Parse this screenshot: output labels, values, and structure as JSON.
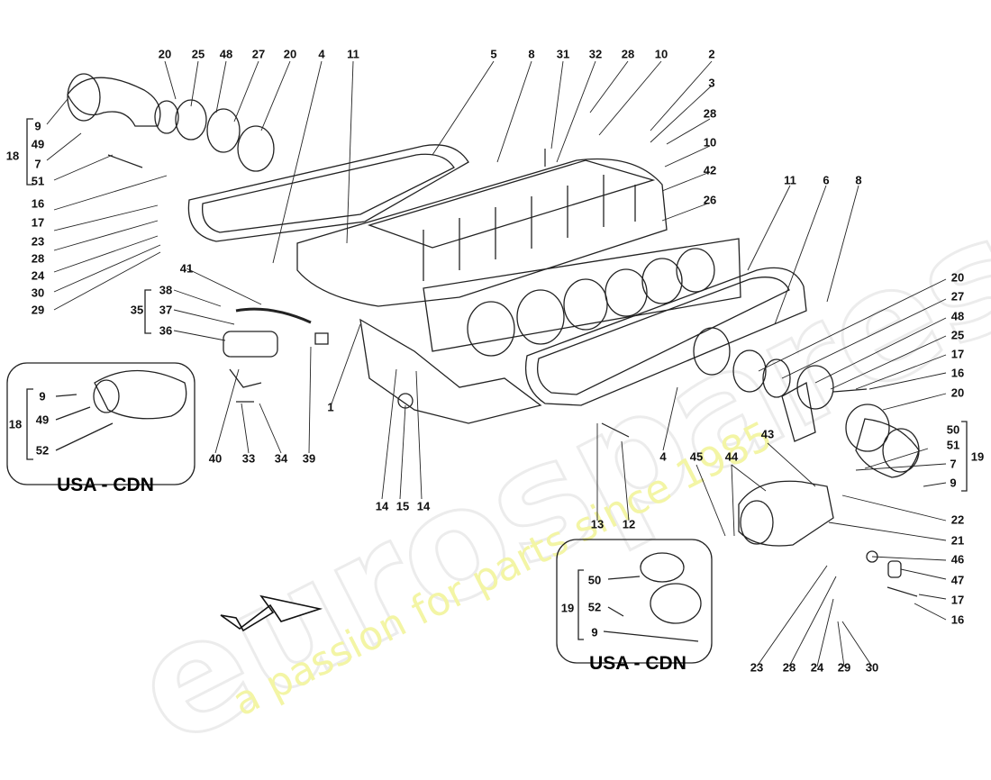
{
  "watermark": {
    "brand": "eurospares",
    "tagline": "a passion for parts since 1985"
  },
  "inset_left": {
    "caption": "USA - CDN",
    "group": "18",
    "items": [
      "9",
      "49",
      "52"
    ]
  },
  "inset_right": {
    "caption": "USA - CDN",
    "group": "19",
    "items": [
      "50",
      "52",
      "9"
    ]
  },
  "callouts": [
    {
      "id": "c20a",
      "text": "20"
    },
    {
      "id": "c25a",
      "text": "25"
    },
    {
      "id": "c48a",
      "text": "48"
    },
    {
      "id": "c27a",
      "text": "27"
    },
    {
      "id": "c20b",
      "text": "20"
    },
    {
      "id": "c4a",
      "text": "4"
    },
    {
      "id": "c11a",
      "text": "11"
    },
    {
      "id": "c5",
      "text": "5"
    },
    {
      "id": "c8a",
      "text": "8"
    },
    {
      "id": "c31",
      "text": "31"
    },
    {
      "id": "c32",
      "text": "32"
    },
    {
      "id": "c28a",
      "text": "28"
    },
    {
      "id": "c10a",
      "text": "10"
    },
    {
      "id": "c2",
      "text": "2"
    },
    {
      "id": "c3",
      "text": "3"
    },
    {
      "id": "c28b",
      "text": "28"
    },
    {
      "id": "c10b",
      "text": "10"
    },
    {
      "id": "c42",
      "text": "42"
    },
    {
      "id": "c26",
      "text": "26"
    },
    {
      "id": "c11b",
      "text": "11"
    },
    {
      "id": "c6",
      "text": "6"
    },
    {
      "id": "c8b",
      "text": "8"
    },
    {
      "id": "c9L",
      "text": "9"
    },
    {
      "id": "c49L",
      "text": "49"
    },
    {
      "id": "c18L",
      "text": "18"
    },
    {
      "id": "c7L",
      "text": "7"
    },
    {
      "id": "c51L",
      "text": "51"
    },
    {
      "id": "c16L",
      "text": "16"
    },
    {
      "id": "c17L",
      "text": "17"
    },
    {
      "id": "c23L",
      "text": "23"
    },
    {
      "id": "c28L",
      "text": "28"
    },
    {
      "id": "c24L",
      "text": "24"
    },
    {
      "id": "c30L",
      "text": "30"
    },
    {
      "id": "c29L",
      "text": "29"
    },
    {
      "id": "c41",
      "text": "41"
    },
    {
      "id": "c38",
      "text": "38"
    },
    {
      "id": "c35",
      "text": "35"
    },
    {
      "id": "c37",
      "text": "37"
    },
    {
      "id": "c36",
      "text": "36"
    },
    {
      "id": "c1",
      "text": "1"
    },
    {
      "id": "c40",
      "text": "40"
    },
    {
      "id": "c33",
      "text": "33"
    },
    {
      "id": "c34",
      "text": "34"
    },
    {
      "id": "c39",
      "text": "39"
    },
    {
      "id": "c14a",
      "text": "14"
    },
    {
      "id": "c15",
      "text": "15"
    },
    {
      "id": "c14b",
      "text": "14"
    },
    {
      "id": "c13",
      "text": "13"
    },
    {
      "id": "c12",
      "text": "12"
    },
    {
      "id": "c4b",
      "text": "4"
    },
    {
      "id": "c45",
      "text": "45"
    },
    {
      "id": "c44",
      "text": "44"
    },
    {
      "id": "c43",
      "text": "43"
    },
    {
      "id": "c20R1",
      "text": "20"
    },
    {
      "id": "c27R",
      "text": "27"
    },
    {
      "id": "c48R",
      "text": "48"
    },
    {
      "id": "c25R",
      "text": "25"
    },
    {
      "id": "c17R",
      "text": "17"
    },
    {
      "id": "c16R",
      "text": "16"
    },
    {
      "id": "c20R2",
      "text": "20"
    },
    {
      "id": "c50R",
      "text": "50"
    },
    {
      "id": "c51R",
      "text": "51"
    },
    {
      "id": "c19R",
      "text": "19"
    },
    {
      "id": "c7R",
      "text": "7"
    },
    {
      "id": "c9R",
      "text": "9"
    },
    {
      "id": "c22",
      "text": "22"
    },
    {
      "id": "c21",
      "text": "21"
    },
    {
      "id": "c46",
      "text": "46"
    },
    {
      "id": "c47",
      "text": "47"
    },
    {
      "id": "c17B",
      "text": "17"
    },
    {
      "id": "c16B",
      "text": "16"
    },
    {
      "id": "c23B",
      "text": "23"
    },
    {
      "id": "c28B",
      "text": "28"
    },
    {
      "id": "c24B",
      "text": "24"
    },
    {
      "id": "c29B",
      "text": "29"
    },
    {
      "id": "c30B",
      "text": "30"
    }
  ]
}
